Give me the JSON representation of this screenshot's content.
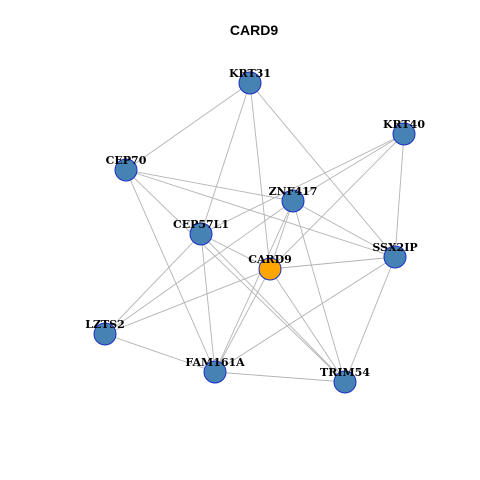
{
  "title": "CARD9",
  "colors": {
    "center_node": "#ffa500",
    "node": "#4682b4",
    "node_border": "#1c2fc8",
    "edge": "#b3b3b3"
  },
  "nodes": [
    {
      "id": "KRT31",
      "label": "KRT31",
      "role": "neighbor"
    },
    {
      "id": "KRT40",
      "label": "KRT40",
      "role": "neighbor"
    },
    {
      "id": "CEP70",
      "label": "CEP70",
      "role": "neighbor"
    },
    {
      "id": "ZNF417",
      "label": "ZNF417",
      "role": "neighbor"
    },
    {
      "id": "CEP57L1",
      "label": "CEP57L1",
      "role": "neighbor"
    },
    {
      "id": "SSX2IP",
      "label": "SSX2IP",
      "role": "neighbor"
    },
    {
      "id": "CARD9",
      "label": "CARD9",
      "role": "center"
    },
    {
      "id": "LZTS2",
      "label": "LZTS2",
      "role": "neighbor"
    },
    {
      "id": "FAM161A",
      "label": "FAM161A",
      "role": "neighbor"
    },
    {
      "id": "TRIM54",
      "label": "TRIM54",
      "role": "neighbor"
    }
  ],
  "edges": [
    [
      "KRT31",
      "CEP70"
    ],
    [
      "KRT31",
      "CEP57L1"
    ],
    [
      "KRT31",
      "CARD9"
    ],
    [
      "KRT31",
      "SSX2IP"
    ],
    [
      "KRT40",
      "ZNF417"
    ],
    [
      "KRT40",
      "CEP57L1"
    ],
    [
      "KRT40",
      "CARD9"
    ],
    [
      "KRT40",
      "SSX2IP"
    ],
    [
      "CEP70",
      "ZNF417"
    ],
    [
      "CEP70",
      "FAM161A"
    ],
    [
      "CEP70",
      "TRIM54"
    ],
    [
      "CEP70",
      "SSX2IP"
    ],
    [
      "ZNF417",
      "LZTS2"
    ],
    [
      "ZNF417",
      "CARD9"
    ],
    [
      "ZNF417",
      "TRIM54"
    ],
    [
      "ZNF417",
      "FAM161A"
    ],
    [
      "ZNF417",
      "SSX2IP"
    ],
    [
      "CEP57L1",
      "LZTS2"
    ],
    [
      "CEP57L1",
      "FAM161A"
    ],
    [
      "CEP57L1",
      "TRIM54"
    ],
    [
      "CEP57L1",
      "CARD9"
    ],
    [
      "CARD9",
      "SSX2IP"
    ],
    [
      "CARD9",
      "LZTS2"
    ],
    [
      "CARD9",
      "FAM161A"
    ],
    [
      "CARD9",
      "TRIM54"
    ],
    [
      "LZTS2",
      "FAM161A"
    ],
    [
      "FAM161A",
      "TRIM54"
    ],
    [
      "FAM161A",
      "SSX2IP"
    ],
    [
      "TRIM54",
      "SSX2IP"
    ]
  ]
}
